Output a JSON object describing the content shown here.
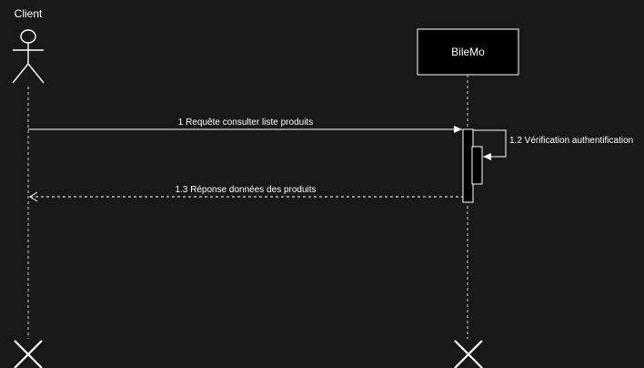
{
  "diagram": {
    "actor": {
      "label": "Client"
    },
    "participant": {
      "label": "BileMo"
    },
    "messages": [
      {
        "label": "1 Requête consulter liste produits"
      },
      {
        "label": "1.2 Vérification authentification"
      },
      {
        "label": "1.3 Réponse données des produits"
      }
    ],
    "colors": {
      "background": "#181818",
      "stroke": "#ffffff",
      "box_fill": "#000000",
      "lifeline": "#cfcfcf"
    }
  }
}
